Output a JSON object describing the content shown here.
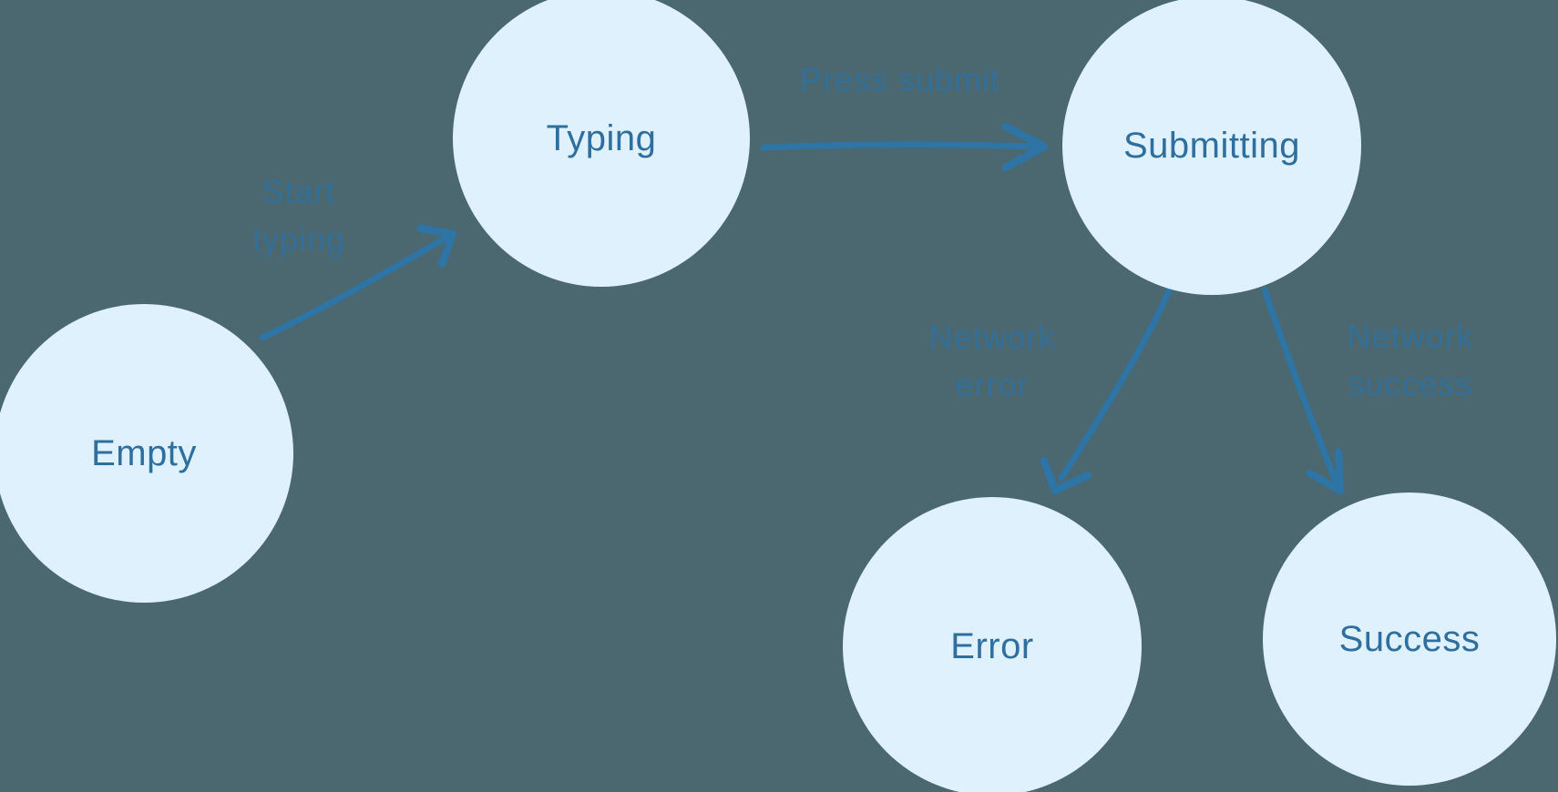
{
  "diagram": {
    "type": "state-machine",
    "nodes": [
      {
        "id": "empty",
        "label": "Empty"
      },
      {
        "id": "typing",
        "label": "Typing"
      },
      {
        "id": "submitting",
        "label": "Submitting"
      },
      {
        "id": "error",
        "label": "Error"
      },
      {
        "id": "success",
        "label": "Success"
      }
    ],
    "edges": [
      {
        "from": "Empty",
        "to": "Typing",
        "label": "Start typing",
        "label_line1": "Start",
        "label_line2": "typing"
      },
      {
        "from": "Typing",
        "to": "Submitting",
        "label": "Press submit"
      },
      {
        "from": "Submitting",
        "to": "Error",
        "label": "Network error",
        "label_line1": "Network",
        "label_line2": "error"
      },
      {
        "from": "Submitting",
        "to": "Success",
        "label": "Network success",
        "label_line1": "Network",
        "label_line2": "success"
      }
    ],
    "colors": {
      "background": "#4b6770",
      "node_fill": "#dff1fc",
      "node_text": "#2e6f9f",
      "arrow": "#2e74a4",
      "edge_label": "#2f719f"
    }
  }
}
